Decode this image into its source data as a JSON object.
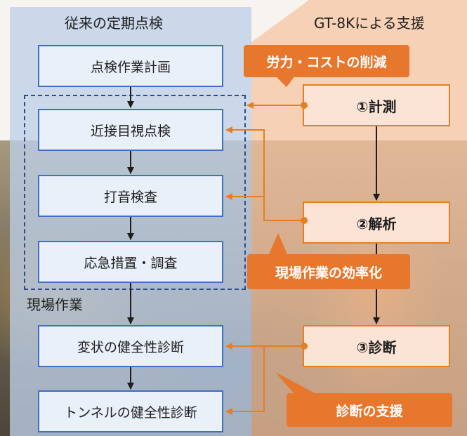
{
  "titles": {
    "left": "従来の定期点検",
    "right": "GT-8Kによる支援"
  },
  "left_steps": {
    "plan": "点検作業計画",
    "visual": "近接目視点検",
    "hammer": "打音検査",
    "emergency": "応急措置・調査",
    "deformation": "変状の健全性診断",
    "tunnel": "トンネルの健全性診断"
  },
  "field_label": "現場作業",
  "right_steps": {
    "measure": "①計測",
    "analyze": "②解析",
    "diagnose": "③診断"
  },
  "callouts": {
    "labor": "労力・コストの削減",
    "efficiency": "現場作業の効率化",
    "support": "診断の支援"
  },
  "colors": {
    "blue_border": "#3e6fc2",
    "orange": "#e67e22",
    "callout": "#e8772e"
  }
}
